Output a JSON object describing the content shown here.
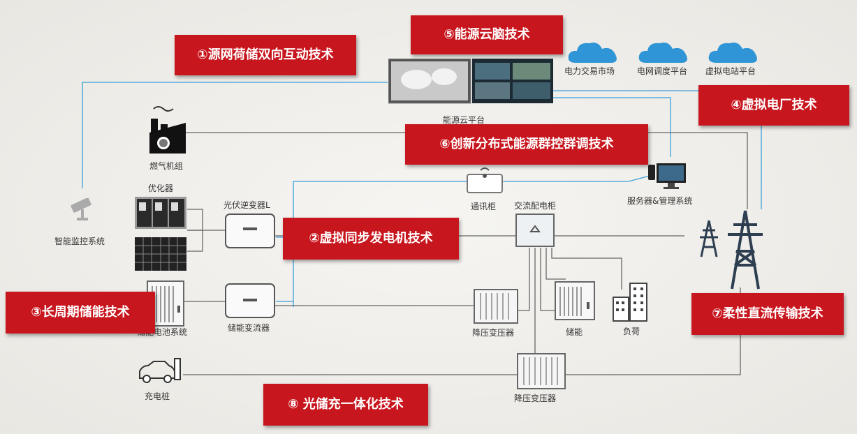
{
  "tech_labels": {
    "t1": "①源网荷储双向互动技术",
    "t2": "②虚拟同步发电机技术",
    "t3": "③长周期储能技术",
    "t4": "④虚拟电厂技术",
    "t5": "⑤能源云脑技术",
    "t6": "⑥创新分布式能源群控群调技术",
    "t7": "⑦柔性直流传输技术",
    "t8": "⑧ 光储充一体化技术"
  },
  "nodes": {
    "cloud_platform": "能源云平台",
    "cloud_market": "电力交易市场",
    "cloud_dispatch": "电网调度平台",
    "cloud_vpp": "虚拟电站平台",
    "gas_unit": "燃气机组",
    "optimizer": "优化器",
    "pv_inverter": "光伏逆变器L",
    "monitoring": "智能监控系统",
    "comm_cabinet": "通讯柜",
    "ac_cabinet": "交流配电柜",
    "server": "服务器&管理系统",
    "battery_system": "储能电池系统",
    "pcs": "储能变流器",
    "step_down_1": "降压变压器",
    "storage": "储能",
    "load": "负荷",
    "charger": "充电桩",
    "step_down_2": "降压变压器"
  },
  "colors": {
    "banner": "#c8161e",
    "link_blue": "#3aa0d8",
    "link_gray": "#666666",
    "cloud": "#2f95d6"
  }
}
